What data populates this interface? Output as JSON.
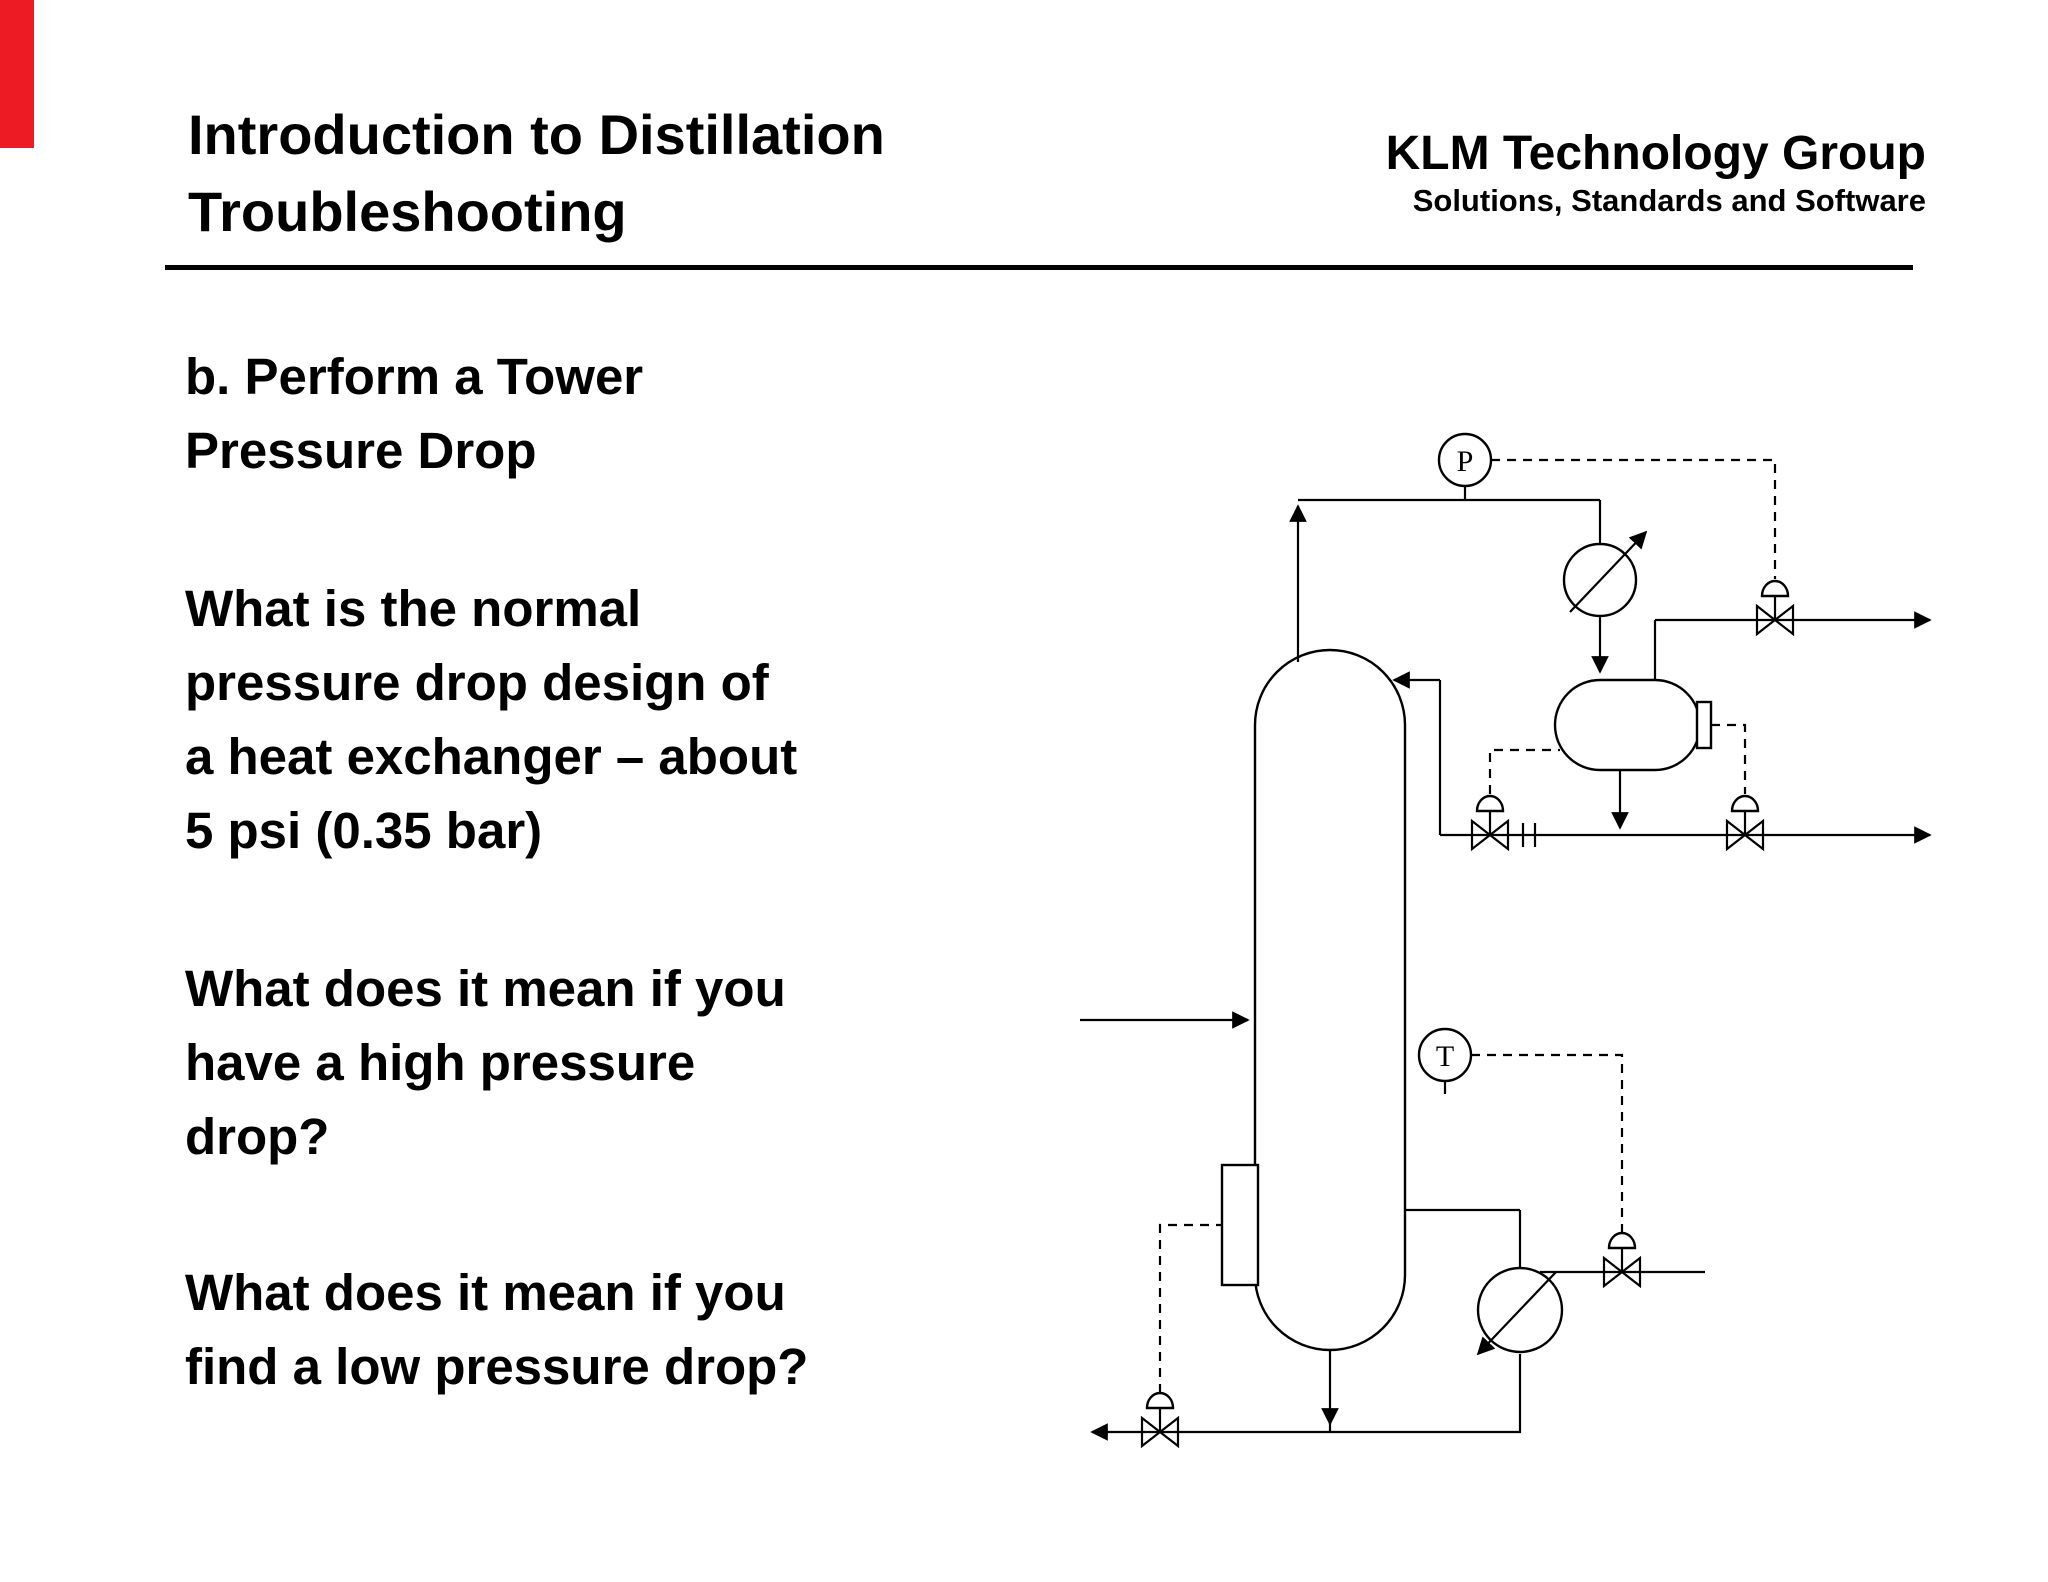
{
  "header": {
    "title_lines": [
      "Introduction to Distillation",
      "Troubleshooting"
    ],
    "org_name": "KLM Technology Group",
    "org_tagline": "Solutions, Standards and Software"
  },
  "body": {
    "paragraphs": [
      {
        "lines": [
          "b. Perform a Tower",
          "Pressure Drop"
        ]
      },
      {
        "lines": [
          "What is the normal",
          "pressure drop design of",
          "a heat exchanger – about",
          "5 psi (0.35 bar)"
        ]
      },
      {
        "lines": [
          "What does it mean if you",
          "have a high pressure",
          "drop?"
        ]
      },
      {
        "lines": [
          "What does it mean if you",
          "find a low pressure drop?"
        ]
      }
    ]
  },
  "diagram": {
    "pressure_indicator_label": "P",
    "temperature_indicator_label": "T",
    "description": "Distillation tower process flow diagram with overhead condenser, reflux drum, reboiler, control valves and pressure/temperature instruments"
  },
  "colors": {
    "accent_red": "#ed1c24",
    "ink": "#000000",
    "background": "#ffffff"
  }
}
